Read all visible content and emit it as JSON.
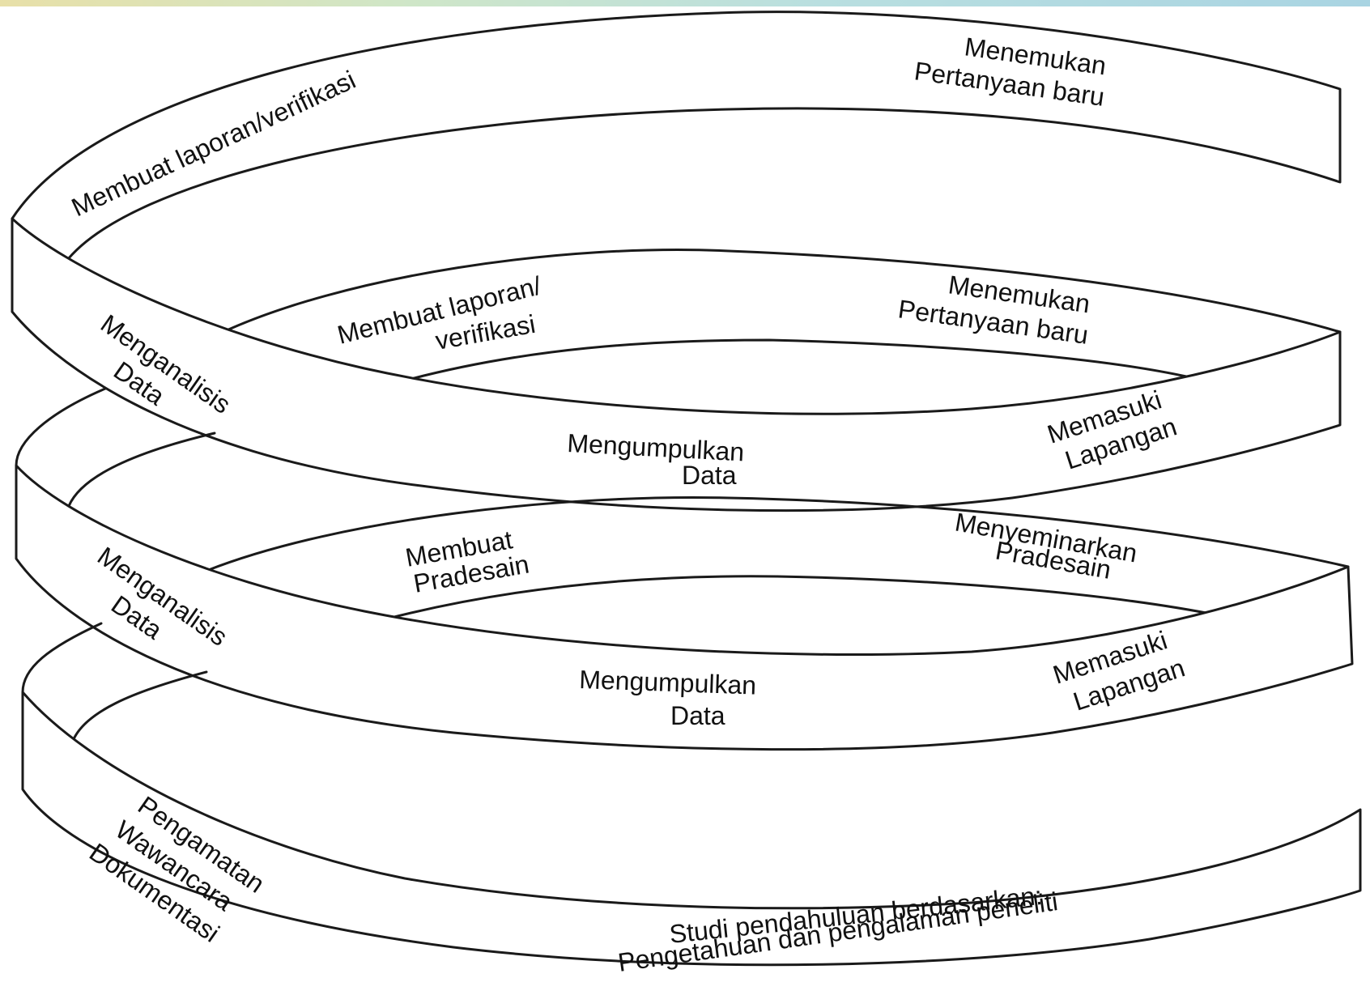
{
  "diagram": {
    "line_color": "#1a1a1a",
    "band_fill": "#ffffff",
    "loop_top": {
      "left_label": "Membuat laporan/verifikasi",
      "right_label_line1": "Menemukan",
      "right_label_line2": "Pertanyaan baru",
      "side_label_line1": "Menganalisis",
      "side_label_line2": "Data"
    },
    "loop_upper": {
      "back_left_line1": "Membuat laporan/",
      "back_left_line2": "verifikasi",
      "back_right_line1": "Menemukan",
      "back_right_line2": "Pertanyaan baru",
      "front_center_line1": "Mengumpulkan",
      "front_center_line2": "Data",
      "front_right_line1": "Memasuki",
      "front_right_line2": "Lapangan",
      "side_label_line1": "Menganalisis",
      "side_label_line2": "Data"
    },
    "loop_lower": {
      "back_left_line1": "Membuat",
      "back_left_line2": "Pradesain",
      "back_right_line1": "Menyeminarkan",
      "back_right_line2": "Pradesain",
      "front_center_line1": "Mengumpulkan",
      "front_center_line2": "Data",
      "front_right_line1": "Memasuki",
      "front_right_line2": "Lapangan"
    },
    "base": {
      "side_line1": "Pengamatan",
      "side_line2": "Wawancara",
      "side_line3": "Dokumentasi",
      "bottom_line1": "Studi pendahuluan berdasarkan:",
      "bottom_line2": "Pengetahuan dan pengalaman peneliti"
    }
  }
}
